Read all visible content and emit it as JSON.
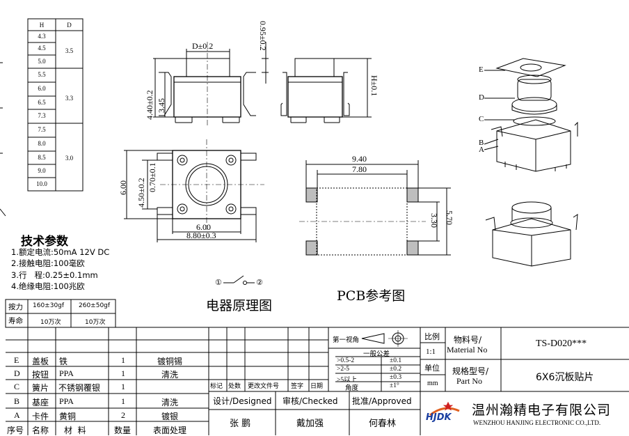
{
  "hd_table": {
    "headers": [
      "H",
      "D"
    ],
    "h_values": [
      "4.3",
      "4.5",
      "5.0",
      "5.5",
      "6.0",
      "6.5",
      "7.3",
      "7.5",
      "8.0",
      "8.5",
      "9.0",
      "10.0"
    ],
    "d_values": [
      "3.5",
      "3.3",
      "3.0"
    ]
  },
  "tech": {
    "title": "技术参数",
    "lines": [
      "1.额定电流:50mA 12V DC",
      "2.接触电阻:100毫欧",
      "3.行   程:0.25±0.1mm",
      "4.绝缘电阻:100兆欧"
    ]
  },
  "force_table": {
    "row1": {
      "label": "按力",
      "v1": "160±30gf",
      "v2": "260±50gf"
    },
    "row2": {
      "label": "寿命",
      "v1": "10万次",
      "v2": "10万次"
    }
  },
  "dims": {
    "d02": "D±0.2",
    "h095": "0.95±0.2",
    "h440": "4.40±0.2",
    "h345": "3.45",
    "h01": "H±0.1",
    "w600": "6.00",
    "w880": "8.80±0.3",
    "v600": "6.00",
    "v450": "4.50±0.2",
    "v070": "0.70±0.1",
    "p940": "9.40",
    "p780": "7.80",
    "p570": "5.70",
    "p330": "3.30"
  },
  "exploded_labels": [
    "E",
    "D",
    "C",
    "B",
    "A"
  ],
  "captions": {
    "circuit": "电器原理图",
    "pcb": "PCB参考图",
    "c1": "①",
    "c2": "②"
  },
  "title_block": {
    "view_label": "第一视角",
    "tolerance_title": "一般公差",
    "tol_rows": [
      {
        "range": ">0.5-2",
        "tol": "±0.1"
      },
      {
        "range": ">2-5",
        "tol": "±0.2"
      },
      {
        "range": ">5以上",
        "tol": "±0.3"
      },
      {
        "range": "角度",
        "tol": "±1°"
      }
    ],
    "scale_label": "比例",
    "scale_value": "1:1",
    "unit_label": "单位",
    "unit_value": "mm",
    "material_no_label": "物料号/",
    "material_no_label2": "Material No",
    "material_no_value": "TS-D020***",
    "part_no_label": "规格型号/",
    "part_no_label2": "Part No",
    "part_no_value": "6X6沉板贴片",
    "rev_headers": [
      "标记",
      "处数",
      "更改文件号",
      "签字",
      "日期"
    ],
    "design_label": "设计/Designed",
    "check_label": "审核/Checked",
    "approve_label": "批准/Approved",
    "designer": "张 鹏",
    "checker": "戴加强",
    "approver": "何春林",
    "company_cn": "温州瀚精电子有限公司",
    "company_en": "WENZHOU HANJING ELECTRONIC CO.,LTD.",
    "logo_text": "HJDK"
  },
  "bom": {
    "rows": [
      {
        "no": "E",
        "name": "盖板",
        "material": "铁",
        "qty": "1",
        "finish": "镀铜锡"
      },
      {
        "no": "D",
        "name": "按钮",
        "material": "PPA",
        "qty": "1",
        "finish": "清洗"
      },
      {
        "no": "C",
        "name": "簧片",
        "material": "不锈钢覆银",
        "qty": "1",
        "finish": ""
      },
      {
        "no": "B",
        "name": "基座",
        "material": "PPA",
        "qty": "1",
        "finish": "清洗"
      },
      {
        "no": "A",
        "name": "卡件",
        "material": "黄铜",
        "qty": "2",
        "finish": "镀银"
      }
    ],
    "headers": {
      "no": "序号",
      "name": "名称",
      "material": "材  料",
      "qty": "数量",
      "finish": "表面处理"
    }
  }
}
